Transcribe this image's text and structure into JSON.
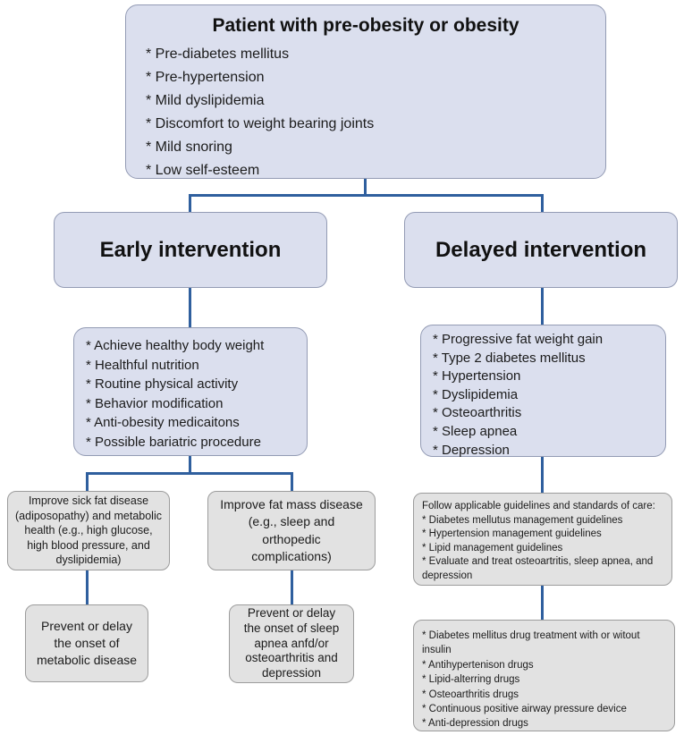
{
  "diagram": {
    "root": {
      "title": "Patient with pre-obesity or obesity",
      "items": [
        "* Pre-diabetes mellitus",
        "* Pre-hypertension",
        "* Mild dyslipidemia",
        "* Discomfort to weight bearing joints",
        "* Mild snoring",
        "* Low self-esteem"
      ]
    },
    "early": {
      "header": "Early intervention",
      "actions": [
        "* Achieve healthy body weight",
        "* Healthful nutrition",
        "* Routine physical activity",
        "* Behavior modification",
        "* Anti-obesity medicaitons",
        "* Possible bariatric procedure"
      ],
      "improve_sick": "Improve sick fat disease\n(adiposopathy) and metabolic\nhealth (e.g., high glucose,\nhigh blood pressure, and\ndyslipidemia)",
      "improve_fat": "Improve fat mass disease\n(e.g., sleep and\northopedic\ncomplications)",
      "prevent_metabolic": "Prevent or delay\nthe onset of\nmetabolic disease",
      "prevent_sleep": "Prevent or delay\nthe onset of sleep\napnea anfd/or\nosteoarthritis and\ndepression"
    },
    "delayed": {
      "header": "Delayed intervention",
      "findings": [
        "* Progressive fat weight gain",
        "* Type 2 diabetes mellitus",
        "* Hypertension",
        "* Dyslipidemia",
        "* Osteoarthritis",
        "* Sleep apnea",
        "* Depression"
      ],
      "guidelines_intro": "Follow applicable guidelines and standards of care:",
      "guidelines": [
        "* Diabetes mellutus management guidelines",
        "* Hypertension management guidelines",
        "* Lipid management guidelines",
        "* Evaluate and treat osteoartritis, sleep apnea, and depression"
      ],
      "drugs": [
        "* Diabetes mellitus drug treatment with or witout insulin",
        "* Antihypertenison drugs",
        "* Lipid-alterring drugs",
        "* Osteoarthritis drugs",
        "* Continuous positive airway pressure device",
        "* Anti-depression drugs"
      ]
    },
    "colors": {
      "node_fill_blue": "#dbdfee",
      "node_border_blue": "#939bb4",
      "node_fill_gray": "#e2e2e2",
      "node_border_gray": "#9c9c9c",
      "connector": "#2f5f9e"
    }
  }
}
